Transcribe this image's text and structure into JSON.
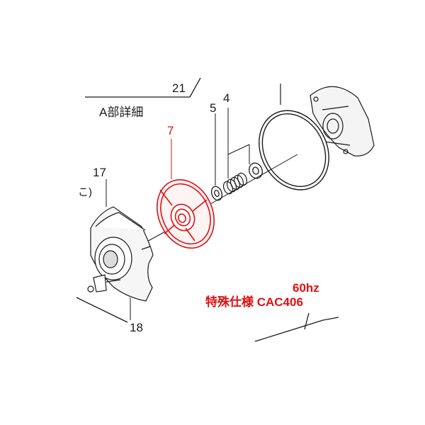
{
  "colors": {
    "highlight": "#e01010",
    "line": "#1a1a1a"
  },
  "diagram": {
    "section_number": "21",
    "detail_title": "A部詳細",
    "parts": {
      "part_7": "7",
      "part_5": "5",
      "part_4": "4",
      "part_17": "17",
      "part_18": "18",
      "part_17_side_mark": "こ)"
    },
    "notes": {
      "frequency": "60hz",
      "spec": "特殊仕様 CAC406"
    }
  }
}
